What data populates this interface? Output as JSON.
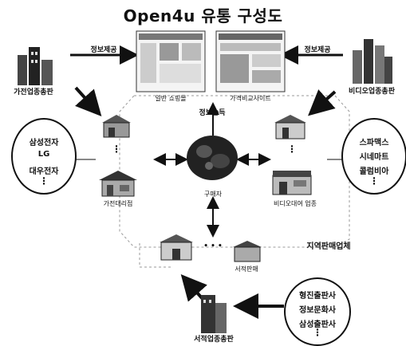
{
  "title": "Open4u 유통 구성도",
  "labels": {
    "info_provide_left": "정보제공",
    "info_provide_right": "정보제공",
    "shopping_site_left": "일반 쇼핑몰",
    "shopping_site_right": "가격비교사이트",
    "info_acquire": "정보습득",
    "buyer": "구매자",
    "appliance_publisher": "가전업종총판",
    "video_publisher": "비디오업종총판",
    "appliance_agency": "가전대리점",
    "video_rental": "비디오대여 업종",
    "regional_sellers": "지역판매업체",
    "bookstore_sales": "서적판매",
    "book_publisher": "서적업종총판"
  },
  "groups": {
    "left_makers": [
      "삼성전자",
      "LG",
      "대우전자"
    ],
    "right_makers": [
      "스파맥스",
      "시네마트",
      "콜럼비아"
    ],
    "bottom_publishers": [
      "형진출판사",
      "정보문화사",
      "삼성출판사"
    ]
  },
  "icons": {
    "ellipsis": "⋮",
    "hellipsis": "• • •"
  }
}
